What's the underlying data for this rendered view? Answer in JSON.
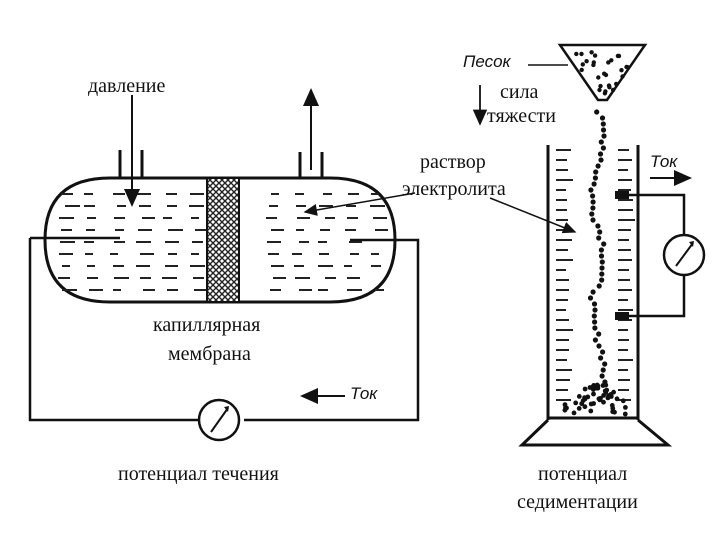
{
  "labels": {
    "pressure": "давление",
    "gravity_1": "сила",
    "gravity_2": "тяжести",
    "sand": "Песок",
    "solution_1": "раствор",
    "solution_2": "электролита",
    "current_right": "Ток",
    "current_left": "Ток",
    "membrane_1": "капиллярная",
    "membrane_2": "мембрана",
    "streaming_potential": "потенциал течения",
    "sedimentation_1": "потенциал",
    "sedimentation_2": "седиментации"
  },
  "colors": {
    "ink": "#111111",
    "membrane": "#555555",
    "background": "#ffffff"
  },
  "icons": [
    "galvanometer-icon",
    "funnel-icon",
    "arrow-icon"
  ]
}
